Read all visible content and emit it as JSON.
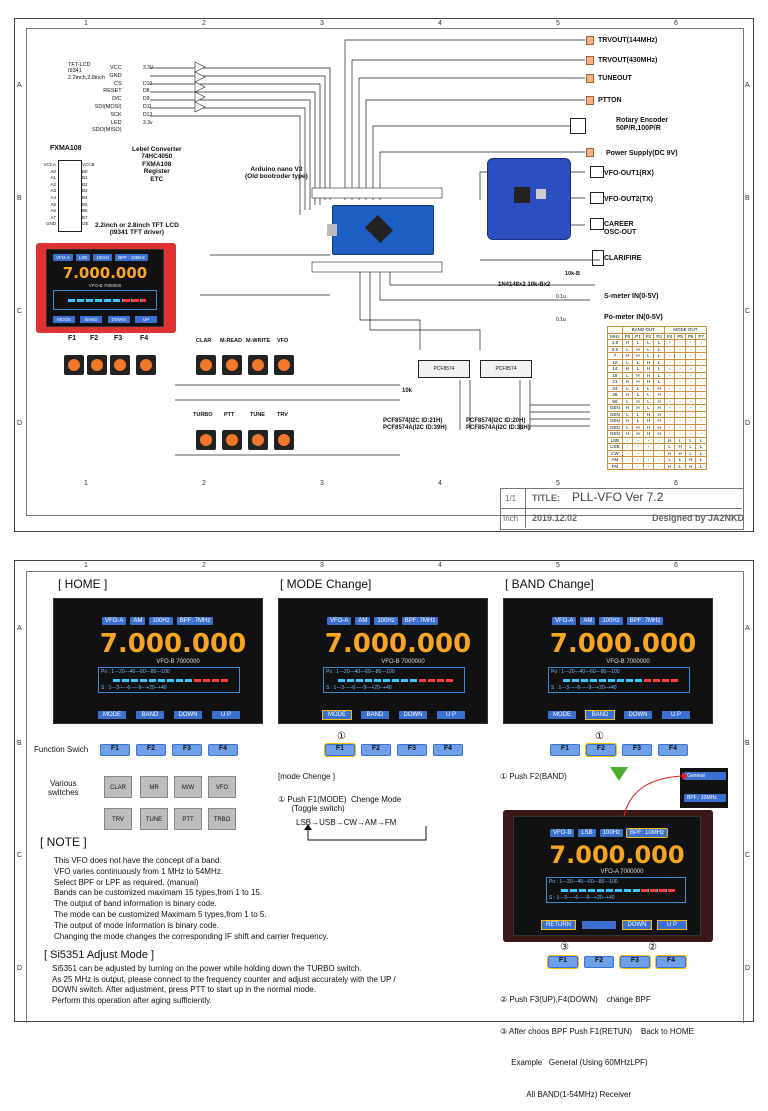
{
  "top_sheet": {
    "col_numbers": [
      "1",
      "2",
      "3",
      "4",
      "5",
      "6"
    ],
    "row_letters": [
      "A",
      "B",
      "C",
      "D"
    ],
    "tft_block": {
      "header": "TFT-LCD\nI9341\n2.2inch,2.8inch",
      "pins": [
        "VCC",
        "GND",
        "CS",
        "RESET",
        "D/C",
        "SDI(MOSI)",
        "SCK",
        "LED",
        "SDO(MISO)"
      ],
      "pin_values": [
        "3.3V",
        "",
        "D10",
        "D8",
        "D9",
        "D11",
        "D13",
        "3.3v",
        ""
      ]
    },
    "fxma": {
      "title": "FXMA108",
      "pins_left": [
        "VCCA",
        "A0",
        "A1",
        "A2",
        "A3",
        "A4",
        "A5",
        "A6",
        "A7",
        "GND"
      ],
      "pins_right": [
        "VCCB",
        "B0",
        "B1",
        "B2",
        "B3",
        "B4",
        "B5",
        "B6",
        "B7",
        "OE"
      ]
    },
    "level_converter": "Lebel Converter\n74HC4050\nFXMA108\nRegister\nETC",
    "arduino_label": "Arduino nano V3\n(Old bootroder type)",
    "tft_label": "2.2inch or 2.8inch TFT LCD\n(I9341 TFT driver)",
    "lcd_small": {
      "vfo": "VFO-A",
      "mode": "LSB",
      "step": "100Hz",
      "bpf": "BPF : 10MHz",
      "freq": "7.000.000",
      "vfob": "VFO-B 7000000",
      "keys": [
        "MODE",
        "BAND",
        "DOWN",
        "UP"
      ]
    },
    "f_labels": [
      "F1",
      "F2",
      "F3",
      "F4"
    ],
    "switch_labels_row1": [
      "CLAR",
      "M-READ",
      "M-WRITE",
      "VFO"
    ],
    "switch_labels_row2": [
      "TURBO",
      "PTT",
      "TUNE",
      "TRV"
    ],
    "outputs": [
      "TRVOUT(144MHz)",
      "TRVOUT(430MHz)",
      "TUNEOUT",
      "PTTON",
      "Rotary Encoder\n50P/R,100P/R",
      "Power Supply(DC 9V)",
      "VFO-OUT1(RX)",
      "VFO-OUT2(TX)",
      "CAREER\nOSC-OUT",
      "CLARIFIRE",
      "S-meter IN(0-5V)",
      "Po-meter IN(0-5V)"
    ],
    "misc": {
      "r10k": "10k",
      "r10kb": "10k-B",
      "diodes": "1N4148x2   10k-Bx2",
      "pcf_left": "PCF8574(I2C ID:21H)\nPCF8574A(I2C ID:39H)",
      "pcf_right": "PCF8574(I2C ID:20H)\nPCF8574A(I2C ID:38H)",
      "pcf": "PCF8574",
      "cap": "0.1u"
    },
    "band_table": {
      "header1": [
        "",
        "BAND OUT",
        "MODE OUT"
      ],
      "header2": [
        "MHz",
        "P0",
        "P1",
        "P2",
        "P3",
        "P4",
        "P5",
        "P6",
        "P7"
      ],
      "rows": [
        [
          "1.8",
          "H",
          "L",
          "L",
          "L",
          "-",
          "-",
          "-",
          "-"
        ],
        [
          "3.5",
          "L",
          "H",
          "L",
          "L",
          "-",
          "-",
          "-",
          "-"
        ],
        [
          "7",
          "H",
          "H",
          "L",
          "L",
          "-",
          "-",
          "-",
          "-"
        ],
        [
          "10",
          "L",
          "L",
          "H",
          "L",
          "-",
          "-",
          "-",
          "-"
        ],
        [
          "14",
          "H",
          "L",
          "H",
          "L",
          "-",
          "-",
          "-",
          "-"
        ],
        [
          "18",
          "L",
          "H",
          "H",
          "L",
          "-",
          "-",
          "-",
          "-"
        ],
        [
          "21",
          "H",
          "H",
          "H",
          "L",
          "-",
          "-",
          "-",
          "-"
        ],
        [
          "24",
          "L",
          "L",
          "L",
          "H",
          "-",
          "-",
          "-",
          "-"
        ],
        [
          "28",
          "H",
          "L",
          "L",
          "H",
          "-",
          "-",
          "-",
          "-"
        ],
        [
          "50",
          "L",
          "H",
          "L",
          "H",
          "-",
          "-",
          "-",
          "-"
        ],
        [
          "GEN",
          "H",
          "H",
          "L",
          "H",
          "-",
          "-",
          "-",
          "-"
        ],
        [
          "GEN",
          "L",
          "L",
          "H",
          "H",
          "-",
          "-",
          "-",
          "-"
        ],
        [
          "GEN",
          "H",
          "L",
          "H",
          "H",
          "-",
          "-",
          "-",
          "-"
        ],
        [
          "GEN",
          "L",
          "H",
          "H",
          "H",
          "-",
          "-",
          "-",
          "-"
        ],
        [
          "GEN",
          "H",
          "H",
          "H",
          "H",
          "-",
          "-",
          "-",
          "-"
        ],
        [
          "LSB",
          "-",
          "-",
          "-",
          "-",
          "H",
          "L",
          "L",
          "L"
        ],
        [
          "USB",
          "-",
          "-",
          "-",
          "-",
          "L",
          "H",
          "L",
          "L"
        ],
        [
          "CW",
          "-",
          "-",
          "-",
          "-",
          "H",
          "H",
          "L",
          "L"
        ],
        [
          "AM",
          "-",
          "-",
          "-",
          "-",
          "L",
          "L",
          "H",
          "L"
        ],
        [
          "FM",
          "-",
          "-",
          "-",
          "-",
          "H",
          "L",
          "H",
          "L"
        ]
      ]
    },
    "title_block": {
      "sheet": "1/1",
      "title_label": "TITLE:",
      "title": "PLL-VFO  Ver 7.2",
      "unit": "Inch",
      "date": "2019.12.02",
      "designer": "Designed by JA2NKD"
    }
  },
  "bottom_sheet": {
    "col_numbers": [
      "1",
      "2",
      "3",
      "4",
      "5",
      "6"
    ],
    "row_letters": [
      "A",
      "B",
      "C",
      "D"
    ],
    "sections": [
      "[ HOME ]",
      "[ MODE Change]",
      "[ BAND Change]"
    ],
    "lcd": {
      "vfo": "VFO-A",
      "mode": "AM",
      "step": "100Hz",
      "bpf": "BPF: 7MHz",
      "freq": "7.000.000",
      "vfob": "VFO-B 7000000",
      "scale1": "Po : 1---20---40---60---80---100",
      "scale2": "S : 1---3-----6-----9---+20--+40",
      "keys": [
        "MODE",
        "BAND",
        "DOWN",
        "U P"
      ]
    },
    "lcd_band": {
      "vfo": "VFO-B",
      "mode": "LSB",
      "step": "100Hz",
      "bpf": "BPF: 10MHz",
      "freq": "7.000.000",
      "vfoa": "VFO-A 7000000",
      "keys": [
        "RETURN",
        "",
        "DOWN",
        "U P"
      ]
    },
    "function_switch": "Function Swich",
    "f_buttons": [
      "F1",
      "F2",
      "F3",
      "F4"
    ],
    "circle1": "①",
    "circle2": "②",
    "circle3": "③",
    "various": "Various\nswitches",
    "switches": [
      "CLAR",
      "MR",
      "M/W",
      "VFO",
      "TRV",
      "TUNE",
      "PTT",
      "TRBO"
    ],
    "mode_title": "[mode Chenge ]",
    "mode_step": "① Push F1(MODE)  Chenge Mode\n      (Toggle switch)",
    "mode_cycle": "LSB→USB→CW→AM→FM",
    "band_step1": "① Push F2(BAND)",
    "popup": [
      "General",
      "BPF : 10MHz"
    ],
    "note_title": "[ NOTE ]",
    "note_lines": [
      "This VFO does not have the concept of a band.",
      "VFO varies continuously from 1 MHz to 54MHz.",
      "Select BPF or LPF as required. (manual)",
      "Bands can be customized maximam 15 types,from 1 to 15.",
      "The output of band information is binary code.",
      "The mode can be customized Maximam 5 types,from 1 to 5.",
      "The output of mode information is binary code.",
      "Changing the mode changes the corresponding IF shift and carrier frequency."
    ],
    "si_title": "[ Si5351 Adjust Mode ]",
    "si_lines": [
      "Si5351 can be adjusted by turning on the power while holding down the TURBO switch.",
      "As 25 MHz is output, please connect to the frequency counter and adjust accurately with the UP /",
      "DOWN switch.  After adjustment, press PTT to start up in the normal mode.",
      "Perform this operation after aging sufficiently."
    ],
    "band_steps": [
      "② Push F3(UP),F4(DOWN)    change BPF",
      "③ After choos BPF Push F1(RETUN)    Back to HOME",
      "     Example   General (Using 60MHzLPF)",
      "            All BAND(1-54MHz) Receiver"
    ]
  }
}
